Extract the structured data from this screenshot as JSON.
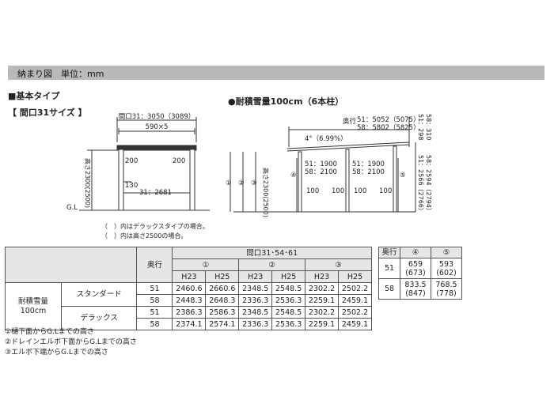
{
  "header": {
    "title": "納まり図　単位：mm"
  },
  "basic_type": {
    "label": "■基本タイプ",
    "size_label": "【 間口31サイズ 】"
  },
  "snow_label": "●耐積雪量100cm（6本柱）",
  "front": {
    "width_total": "間口31：3050（3089）",
    "module": "590×5",
    "gap_left": "200",
    "gap_right": "200",
    "gap_130": "130",
    "inner": "31：2681",
    "height": "高さ2300(2500)",
    "gl": "G.L"
  },
  "side": {
    "depth": [
      "奥行",
      "51：5052（5075）",
      "58：5802（5825）"
    ],
    "slope": "4°（6.99%）",
    "top_right": [
      "51：298",
      "58：310"
    ],
    "post_left": [
      "51：1900",
      "58：2100"
    ],
    "post_right": [
      "51：1900",
      "58：2100"
    ],
    "mark_1": "①",
    "mark_2": "②",
    "mark_3": "③",
    "mark_4": "④",
    "mark_5": "⑤",
    "h100": [
      "100",
      "100",
      "100",
      "100"
    ],
    "height": "高さ2300(2500)",
    "right_h": [
      "51：2566（2766）",
      "58：2594（2794）"
    ]
  },
  "captions": [
    "（　）内はデラックスタイプの場合。",
    "（　）内は高さ2500の場合。"
  ],
  "table": {
    "depth_header": "奥行",
    "span_header": "間口31･54･61",
    "circle": [
      "①",
      "②",
      "③"
    ],
    "h": [
      "H23",
      "H25",
      "H23",
      "H25",
      "H23",
      "H25"
    ],
    "snow": [
      "耐積雪量",
      "100cm"
    ],
    "std": "スタンダード",
    "dlx": "デラックス",
    "rows": [
      {
        "d": "51",
        "v": [
          "2460.6",
          "2660.6",
          "2348.5",
          "2548.5",
          "2302.2",
          "2502.2"
        ]
      },
      {
        "d": "58",
        "v": [
          "2448.3",
          "2648.3",
          "2336.3",
          "2536.3",
          "2259.1",
          "2459.1"
        ]
      },
      {
        "d": "51",
        "v": [
          "2386.3",
          "2586.3",
          "2348.5",
          "2548.5",
          "2302.2",
          "2502.2"
        ]
      },
      {
        "d": "58",
        "v": [
          "2374.1",
          "2574.1",
          "2336.3",
          "2536.3",
          "2259.1",
          "2459.1"
        ]
      }
    ]
  },
  "side_table": {
    "headers": [
      "奥行",
      "④",
      "⑤"
    ],
    "rows": [
      {
        "d": "51",
        "a": [
          "659",
          "(673)"
        ],
        "b": [
          "593",
          "(602)"
        ]
      },
      {
        "d": "58",
        "a": [
          "833.5",
          "(847)"
        ],
        "b": [
          "768.5",
          "(778)"
        ]
      }
    ]
  },
  "notes": [
    "①樋下面からG.Lまでの高さ",
    "②ドレインエルボ下面からG.Lまでの高さ",
    "③エルボ下端からG.Lまでの高さ"
  ]
}
